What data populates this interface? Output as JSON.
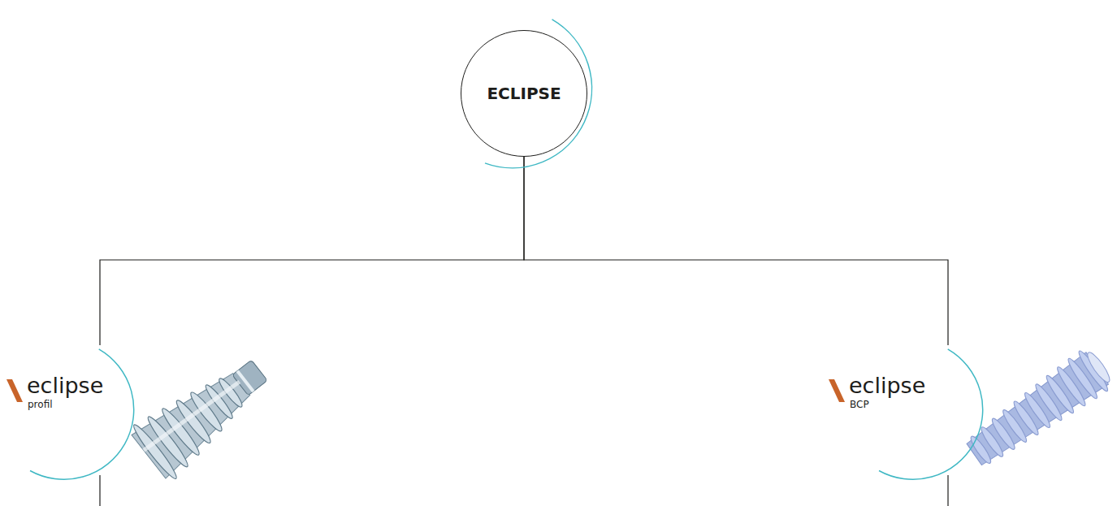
{
  "diagram": {
    "nodes": [
      {
        "text": [
          "ECLIPSE"
        ]
      },
      {
        "text": [
          "eclipse",
          "profil"
        ]
      },
      {
        "text": [
          "eclipse",
          "BCP"
        ]
      }
    ],
    "edges": [
      {
        "from": 0,
        "to": 1,
        "arrow": "none"
      },
      {
        "from": 0,
        "to": 2,
        "arrow": "none"
      }
    ]
  }
}
